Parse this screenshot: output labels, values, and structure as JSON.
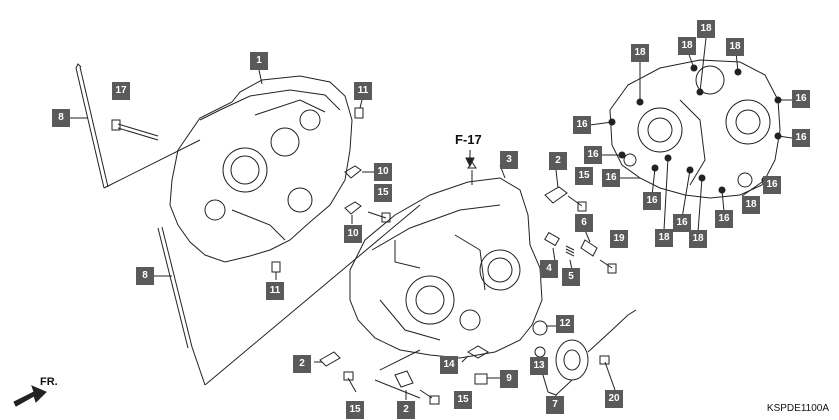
{
  "diagram": {
    "reference_label": "F-17",
    "drawing_code": "KSPDE1100A",
    "front_marker": "FR."
  },
  "callouts": [
    {
      "id": "c1",
      "label": "1"
    },
    {
      "id": "c8a",
      "label": "8"
    },
    {
      "id": "c17",
      "label": "17"
    },
    {
      "id": "c11a",
      "label": "11"
    },
    {
      "id": "c10a",
      "label": "10"
    },
    {
      "id": "c15a",
      "label": "15"
    },
    {
      "id": "c10b",
      "label": "10"
    },
    {
      "id": "c8b",
      "label": "8"
    },
    {
      "id": "c11b",
      "label": "11"
    },
    {
      "id": "c3",
      "label": "3"
    },
    {
      "id": "c2a",
      "label": "2"
    },
    {
      "id": "c15b",
      "label": "15"
    },
    {
      "id": "c6",
      "label": "6"
    },
    {
      "id": "c19",
      "label": "19"
    },
    {
      "id": "c4",
      "label": "4"
    },
    {
      "id": "c5",
      "label": "5"
    },
    {
      "id": "c12",
      "label": "12"
    },
    {
      "id": "c2b",
      "label": "2"
    },
    {
      "id": "c14",
      "label": "14"
    },
    {
      "id": "c9",
      "label": "9"
    },
    {
      "id": "c13",
      "label": "13"
    },
    {
      "id": "c15c",
      "label": "15"
    },
    {
      "id": "c2c",
      "label": "2"
    },
    {
      "id": "c15d",
      "label": "15"
    },
    {
      "id": "c7",
      "label": "7"
    },
    {
      "id": "c20",
      "label": "20"
    },
    {
      "id": "c18a",
      "label": "18"
    },
    {
      "id": "c18b",
      "label": "18"
    },
    {
      "id": "c18c",
      "label": "18"
    },
    {
      "id": "c18d",
      "label": "18"
    },
    {
      "id": "c16a",
      "label": "16"
    },
    {
      "id": "c16b",
      "label": "16"
    },
    {
      "id": "c16c",
      "label": "16"
    },
    {
      "id": "c16d",
      "label": "16"
    },
    {
      "id": "c16e",
      "label": "16"
    },
    {
      "id": "c16f",
      "label": "16"
    },
    {
      "id": "c16g",
      "label": "16"
    },
    {
      "id": "c18e",
      "label": "18"
    },
    {
      "id": "c16h",
      "label": "16"
    },
    {
      "id": "c18f",
      "label": "18"
    },
    {
      "id": "c16i",
      "label": "16"
    },
    {
      "id": "c18g",
      "label": "18"
    }
  ]
}
